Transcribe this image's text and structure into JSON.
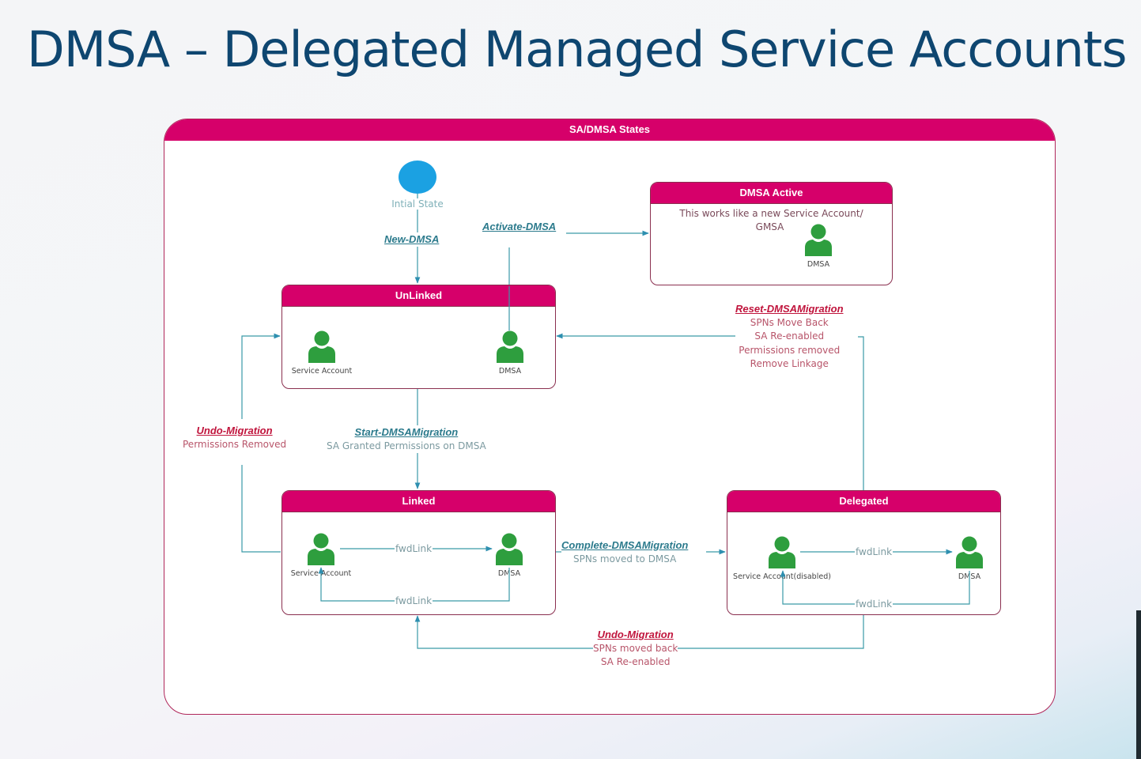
{
  "slide": {
    "title": "DMSA – Delegated Managed Service Accounts"
  },
  "diagram": {
    "title": "SA/DMSA States",
    "initial_state": {
      "label": "Intial State"
    },
    "states": {
      "dmsa_active": {
        "title": "DMSA Active",
        "description_line1": "This works like a new Service Account/",
        "description_line2": "GMSA",
        "actors": [
          "DMSA"
        ]
      },
      "unlinked": {
        "title": "UnLinked",
        "actors": [
          "Service Account",
          "DMSA"
        ]
      },
      "linked": {
        "title": "Linked",
        "actors": [
          "Service Account",
          "DMSA"
        ],
        "links": [
          "fwdLink",
          "fwdLink"
        ]
      },
      "delegated": {
        "title": "Delegated",
        "actors": [
          "Service Account(disabled)",
          "DMSA"
        ],
        "links": [
          "fwdLink",
          "fwdLink"
        ]
      }
    },
    "transitions": {
      "new_dmsa": {
        "command": "New-DMSA",
        "from": "Intial State",
        "to": "UnLinked"
      },
      "activate_dmsa": {
        "command": "Activate-DMSA",
        "from": "UnLinked",
        "to": "DMSA Active"
      },
      "reset_migration": {
        "command": "Reset-DMSAMigration",
        "notes": [
          "SPNs Move Back",
          "SA Re-enabled",
          "Permissions removed",
          "Remove Linkage"
        ],
        "from": "Delegated",
        "to": "UnLinked"
      },
      "start_migration": {
        "command": "Start-DMSAMigration",
        "notes": [
          "SA Granted Permissions on DMSA"
        ],
        "from": "UnLinked",
        "to": "Linked"
      },
      "undo_migration_linked": {
        "command": "Undo-Migration",
        "notes": [
          "Permissions Removed"
        ],
        "from": "Linked",
        "to": "UnLinked"
      },
      "complete_migration": {
        "command": "Complete-DMSAMigration",
        "notes": [
          "SPNs moved to DMSA"
        ],
        "from": "Linked",
        "to": "Delegated"
      },
      "undo_migration_delegated": {
        "command": "Undo-Migration",
        "notes": [
          "SPNs moved back",
          "SA Re-enabled"
        ],
        "from": "Delegated",
        "to": "Linked"
      }
    },
    "colors": {
      "header_magenta": "#d6006a",
      "connector_teal": "#3a9aa8",
      "person_green": "#2e9e3e",
      "initial_blue": "#1ba1e2",
      "title_navy": "#0e4670",
      "teal_command": "#2b7a8c",
      "red_command": "#c0143c"
    }
  }
}
